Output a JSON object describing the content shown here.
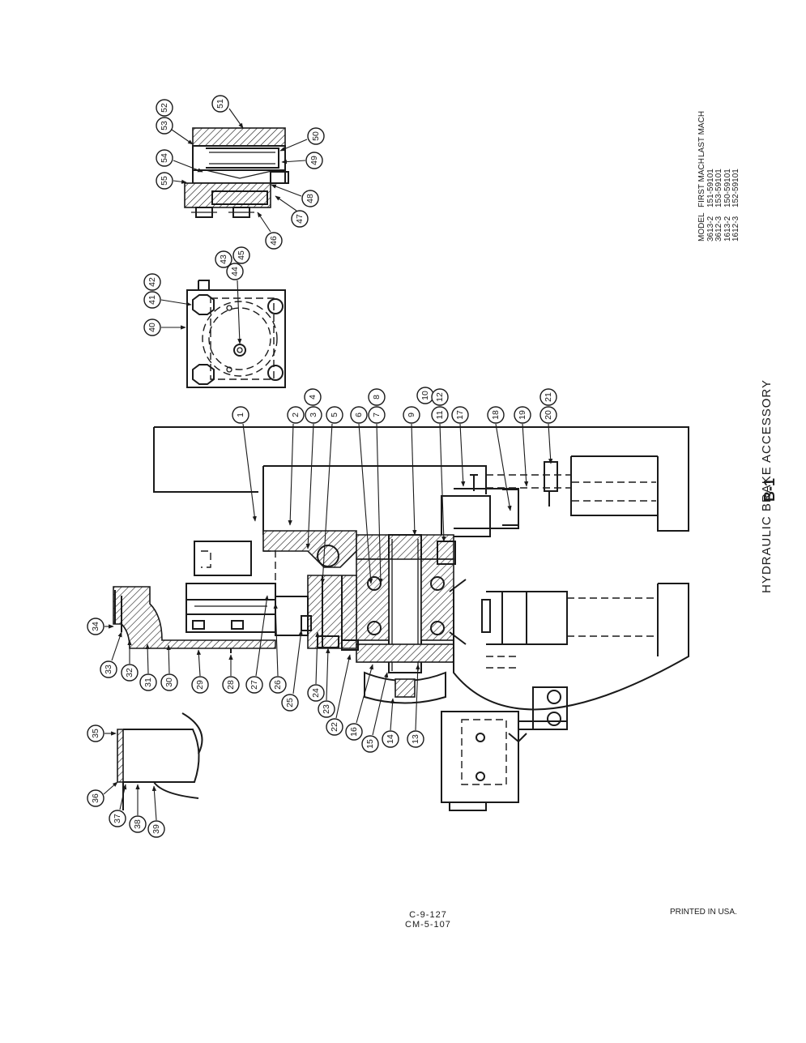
{
  "document": {
    "title": "HYDRAULIC BRAKE ACCESSORY",
    "code": "B-1",
    "ref_codes": [
      "C-9-127",
      "CM-5-107"
    ],
    "printed": "PRINTED IN USA."
  },
  "model_table": {
    "headers": [
      "MODEL",
      "FIRST MACH",
      "LAST MACH"
    ],
    "rows": [
      [
        "3613-2",
        "151-59101",
        ""
      ],
      [
        "3612-3",
        "153-59101",
        ""
      ],
      [
        "1613-2",
        "150-59101",
        ""
      ],
      [
        "1612-3",
        "152-59101",
        ""
      ]
    ]
  },
  "callouts": [
    "1",
    "2",
    "3",
    "4",
    "5",
    "6",
    "7",
    "8",
    "9",
    "10",
    "11",
    "12",
    "13",
    "14",
    "15",
    "16",
    "17",
    "18",
    "19",
    "20",
    "21",
    "22",
    "23",
    "24",
    "25",
    "26",
    "27",
    "28",
    "29",
    "30",
    "31",
    "32",
    "33",
    "34",
    "35",
    "36",
    "37",
    "38",
    "39",
    "40",
    "41",
    "42",
    "43",
    "44",
    "45",
    "46",
    "47",
    "48",
    "49",
    "50",
    "51",
    "52",
    "53",
    "54",
    "55"
  ]
}
